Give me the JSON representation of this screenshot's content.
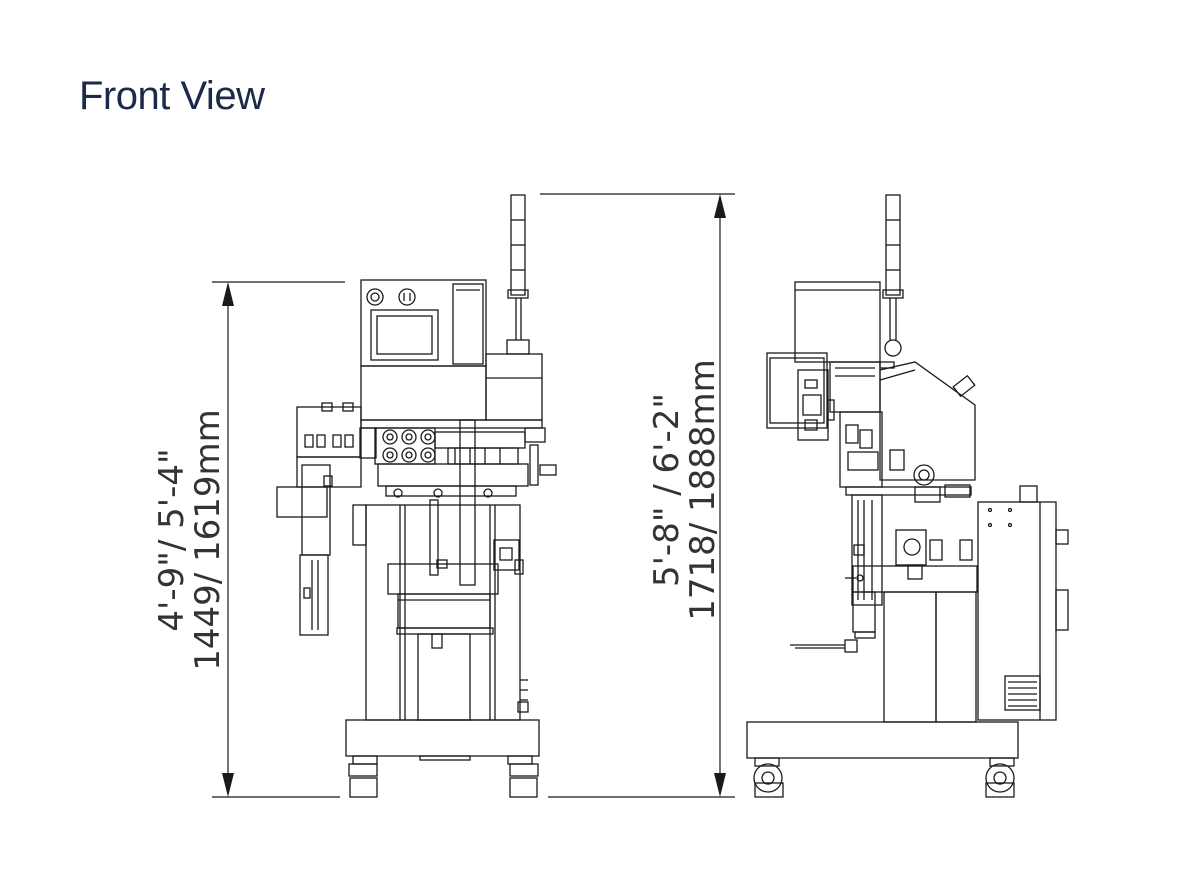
{
  "title": "Front View",
  "dimensions": {
    "left": {
      "imperial": "4'-9\"/ 5'-4\"",
      "metric": "1449/ 1619mm"
    },
    "right": {
      "imperial": "5'-8\" / 6'-2\"",
      "metric": "1718/ 1888mm"
    }
  },
  "colors": {
    "title": "#1c2a4a",
    "line": "#1a1a1a",
    "text": "#333333"
  }
}
